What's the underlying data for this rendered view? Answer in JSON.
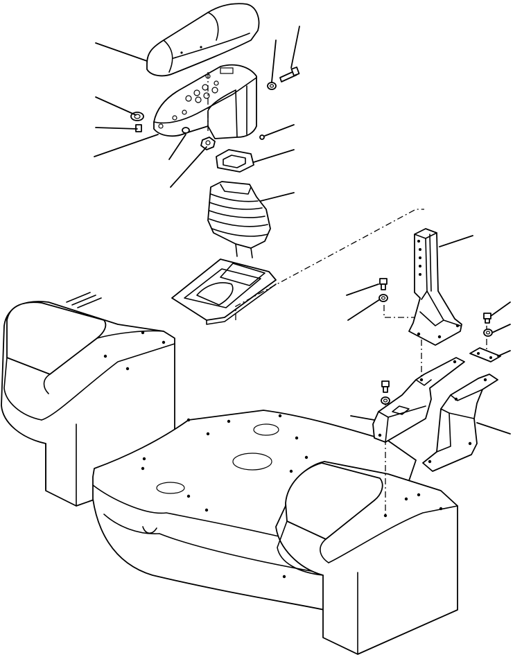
{
  "diagram": {
    "parts": [
      "armrest",
      "control-lever-box",
      "lever-boot",
      "boot-seal-plate",
      "console-base-plate",
      "support-bracket",
      "mounting-bracket-left",
      "mounting-bracket-right",
      "spacer-plate",
      "bolt",
      "washer",
      "nut",
      "screw",
      "seat-frame"
    ],
    "callout_count": 17,
    "colors": {
      "line": "#000000",
      "background": "#ffffff"
    }
  }
}
